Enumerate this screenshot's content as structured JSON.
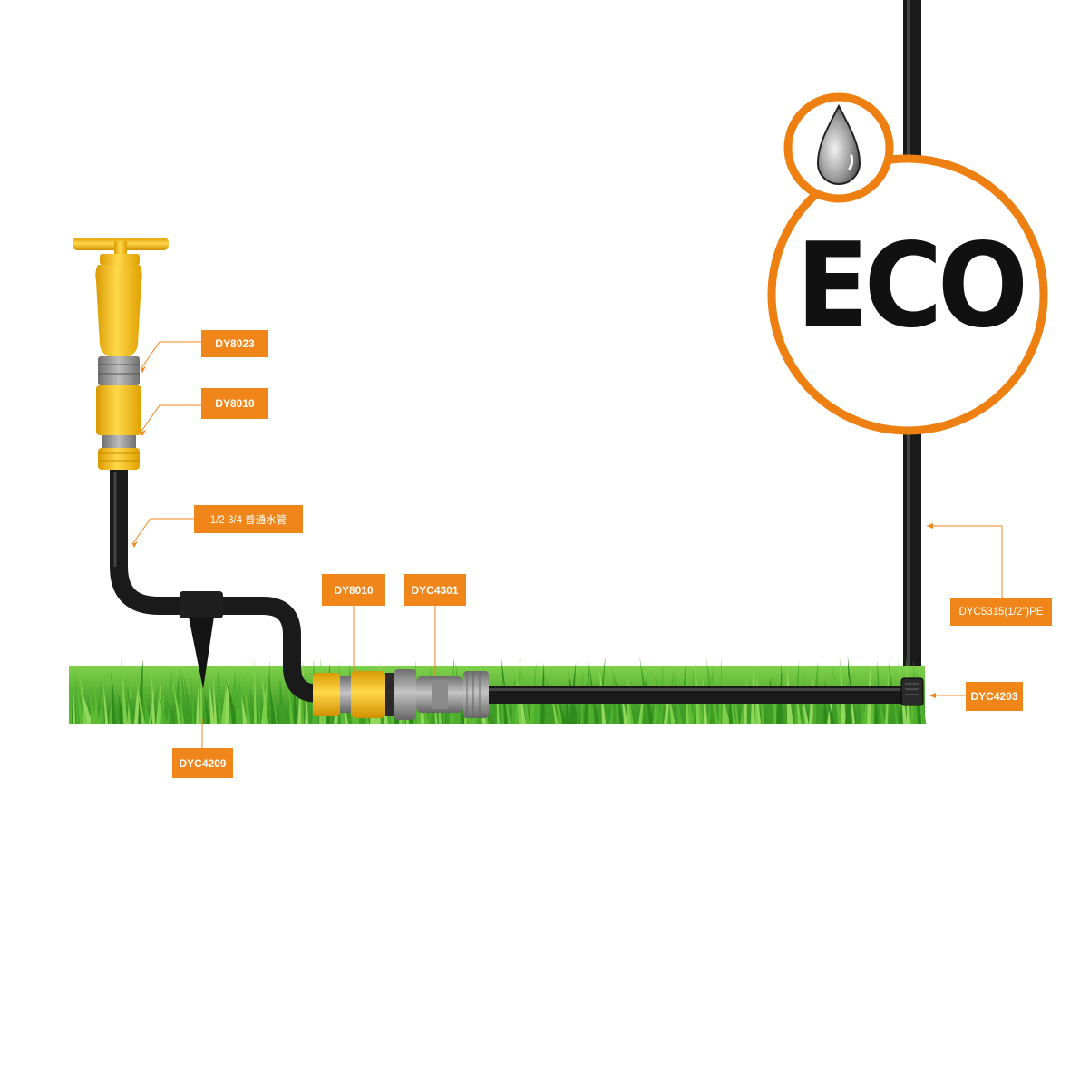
{
  "badge": {
    "text": "ECO",
    "ring_color": "#ee8012",
    "icon": "water-drop-icon"
  },
  "labels": {
    "faucet_connector": "DY8023",
    "hose_connector_top": "DY8010",
    "hose": "1/2  3/4  普通水管",
    "stake": "DYC4209",
    "hose_connector_bottom": "DY8010",
    "valve": "DYC4301",
    "pe_pipe": "DYC5315(1/2\")PE",
    "elbow": "DYC4203"
  },
  "colors": {
    "label_bg": "#f08519",
    "label_text": "#ffffff",
    "pipe": "#1a1a1a",
    "fitting_yellow": "#f7c21a",
    "fitting_grey": "#9a9a9a",
    "grass": "#4caf2e"
  }
}
